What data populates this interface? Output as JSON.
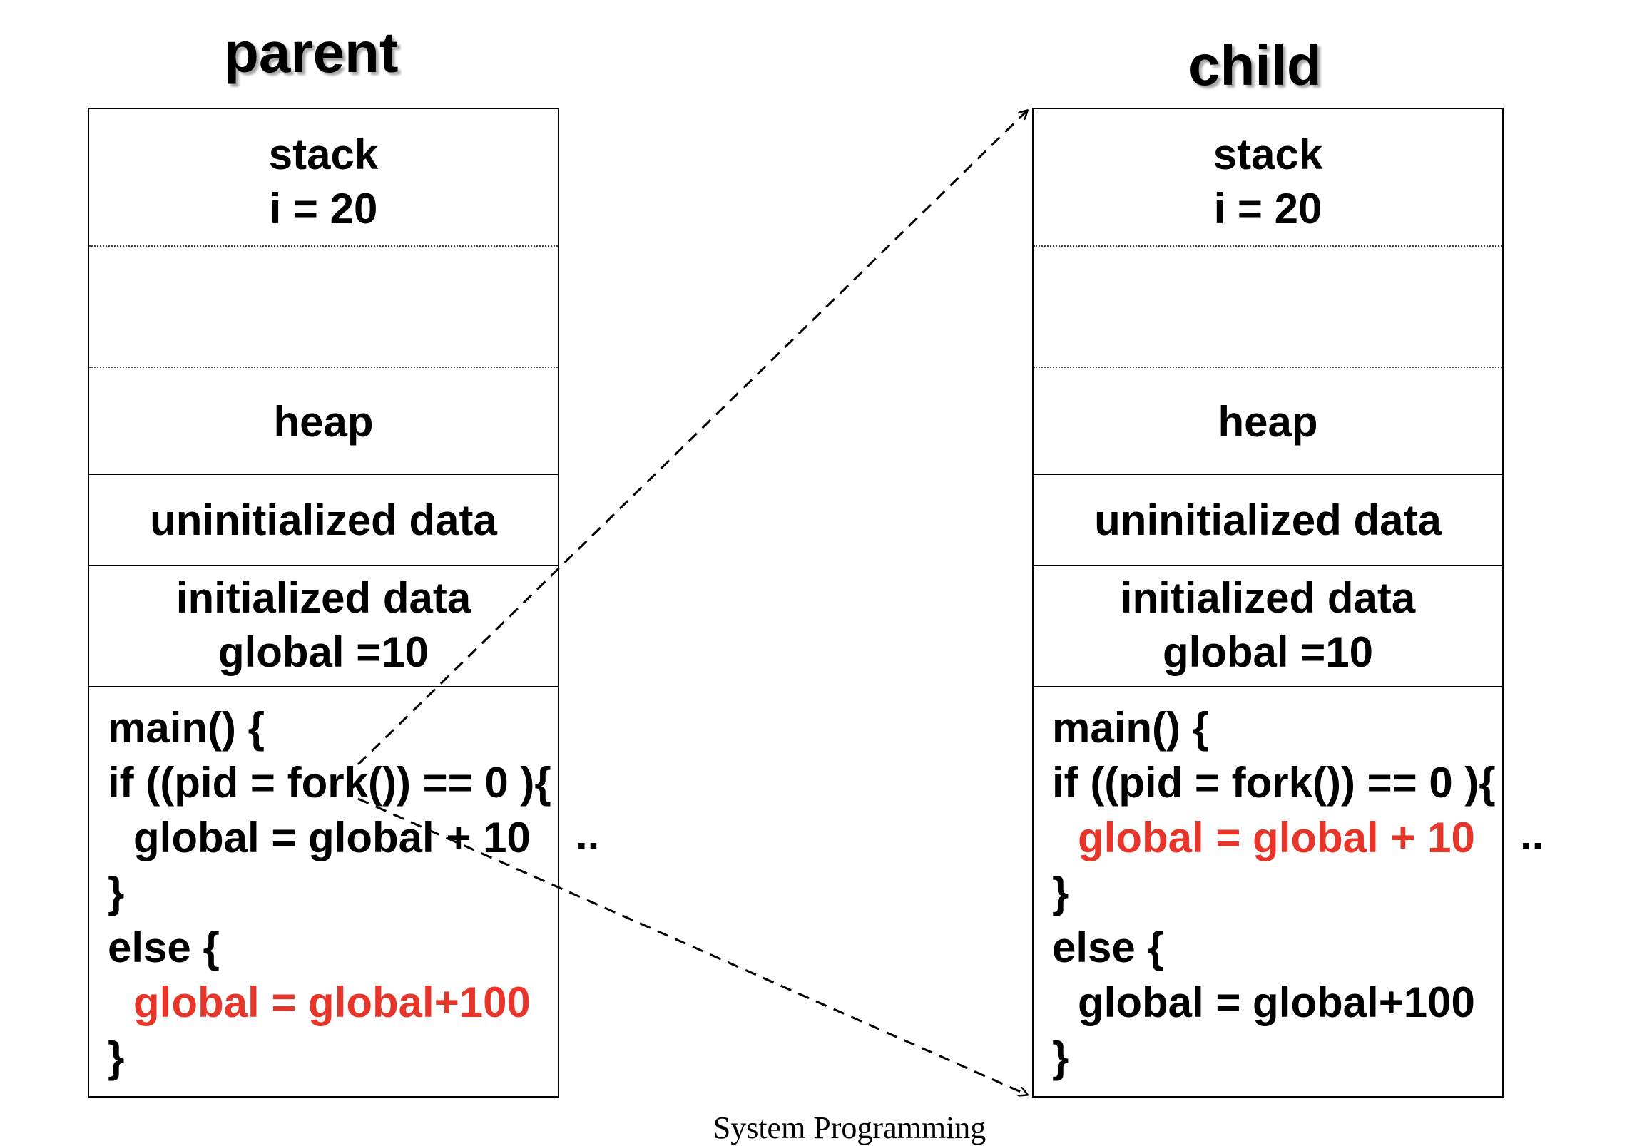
{
  "parent": {
    "title": "parent",
    "stack": {
      "label": "stack",
      "value": "i = 20"
    },
    "heap": "heap",
    "uninitialized": "uninitialized data",
    "initialized": {
      "label": "initialized data",
      "value": "global =10"
    },
    "code": {
      "line1": "main() {",
      "line2_pre": "if ((pid = fork()) == 0 )",
      "line2_brace": "{",
      "line3": "global = global + 10",
      "line3_suffix": "..",
      "line4": "}",
      "line5": "else {",
      "line6": "global = global+100",
      "line7": "}"
    }
  },
  "child": {
    "title": "child",
    "stack": {
      "label": "stack",
      "value": "i = 20"
    },
    "heap": "heap",
    "uninitialized": "uninitialized data",
    "initialized": {
      "label": "initialized data",
      "value": "global =10"
    },
    "code": {
      "line1": "main() {",
      "line2_pre": "if ((pid = fork()) == 0 )",
      "line2_brace": "{",
      "line3": "global = global + 10",
      "line3_suffix": "..",
      "line4": "}",
      "line5": "else {",
      "line6": "global = global+100",
      "line7": "}"
    }
  },
  "colors": {
    "highlight": "#e8352a",
    "text": "#000000",
    "background": "#ffffff"
  },
  "footer": "System Programming"
}
